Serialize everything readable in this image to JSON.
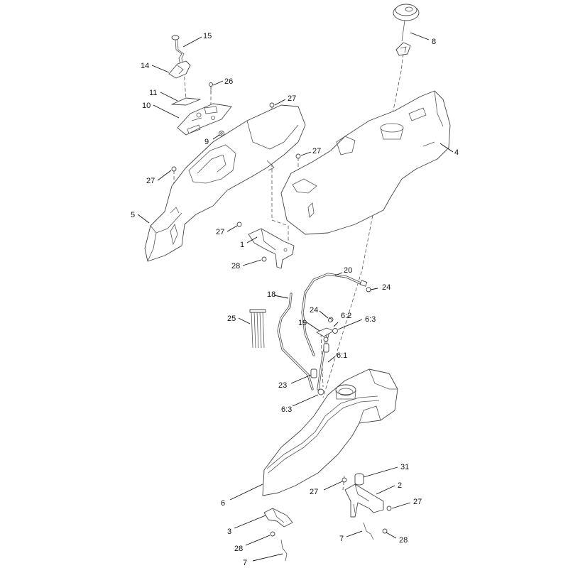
{
  "callouts": {
    "c15": "15",
    "c14": "14",
    "c26": "26",
    "c11": "11",
    "c10": "10",
    "c27a": "27",
    "c9": "9",
    "c27b": "27",
    "c5": "5",
    "c27c": "27",
    "c1": "1",
    "c28a": "28",
    "c8": "8",
    "c4": "4",
    "c27d": "27",
    "c20": "20",
    "c24a": "24",
    "c18": "18",
    "c24b": "24",
    "c62": "6:2",
    "c63a": "6:3",
    "c19": "19",
    "c25": "25",
    "c61": "6:1",
    "c23": "23",
    "c63b": "6:3",
    "c31": "31",
    "c2": "2",
    "c27e": "27",
    "c27f": "27",
    "c6": "6",
    "c3": "3",
    "c7a": "7",
    "c28b": "28",
    "c28c": "28",
    "c7b": "7"
  },
  "colors": {
    "line": "#444444",
    "label": "#111111",
    "background": "#ffffff"
  }
}
